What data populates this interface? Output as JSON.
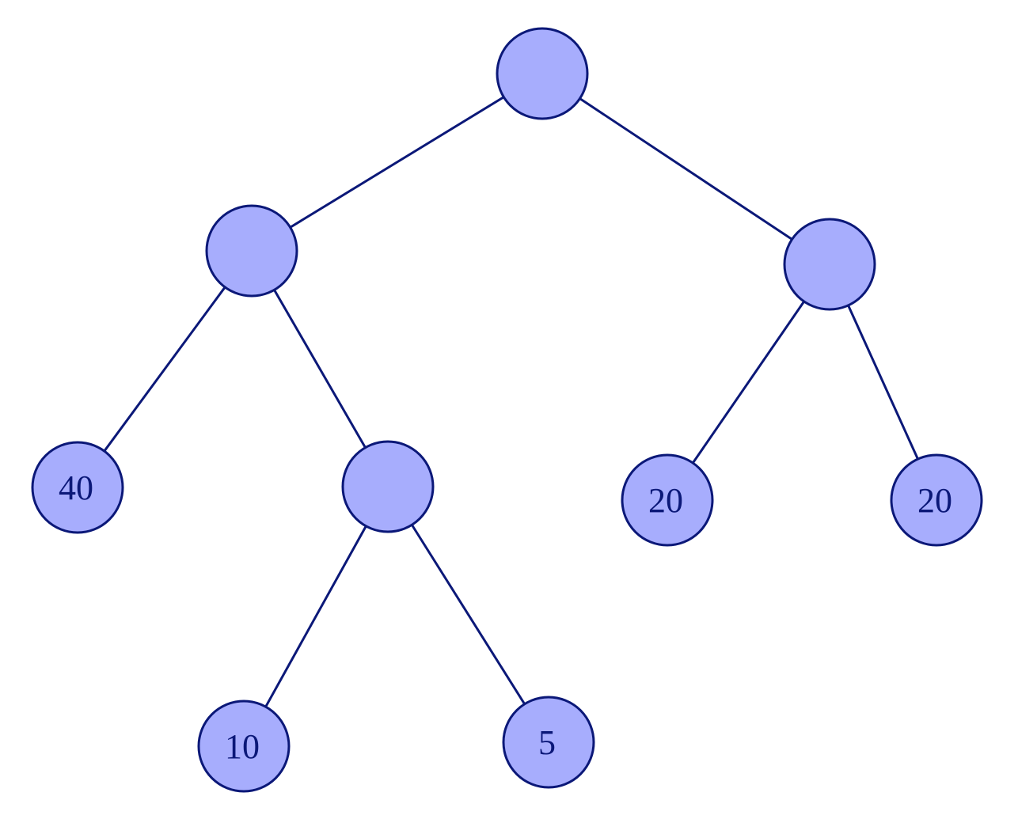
{
  "colors": {
    "node_fill": "#a7adfd",
    "stroke": "#0b1878",
    "label": "#0b1878",
    "background": "#ffffff"
  },
  "tree": {
    "nodes": [
      {
        "id": "root",
        "label": ""
      },
      {
        "id": "left",
        "label": ""
      },
      {
        "id": "right",
        "label": ""
      },
      {
        "id": "left-left",
        "label": "40"
      },
      {
        "id": "left-right",
        "label": ""
      },
      {
        "id": "right-left",
        "label": "20"
      },
      {
        "id": "right-right",
        "label": "20"
      },
      {
        "id": "left-right-left",
        "label": "10"
      },
      {
        "id": "left-right-right",
        "label": "5"
      }
    ],
    "edges": [
      {
        "from": "root",
        "to": "left"
      },
      {
        "from": "root",
        "to": "right"
      },
      {
        "from": "left",
        "to": "left-left"
      },
      {
        "from": "left",
        "to": "left-right"
      },
      {
        "from": "right",
        "to": "right-left"
      },
      {
        "from": "right",
        "to": "right-right"
      },
      {
        "from": "left-right",
        "to": "left-right-left"
      },
      {
        "from": "left-right",
        "to": "left-right-right"
      }
    ]
  }
}
